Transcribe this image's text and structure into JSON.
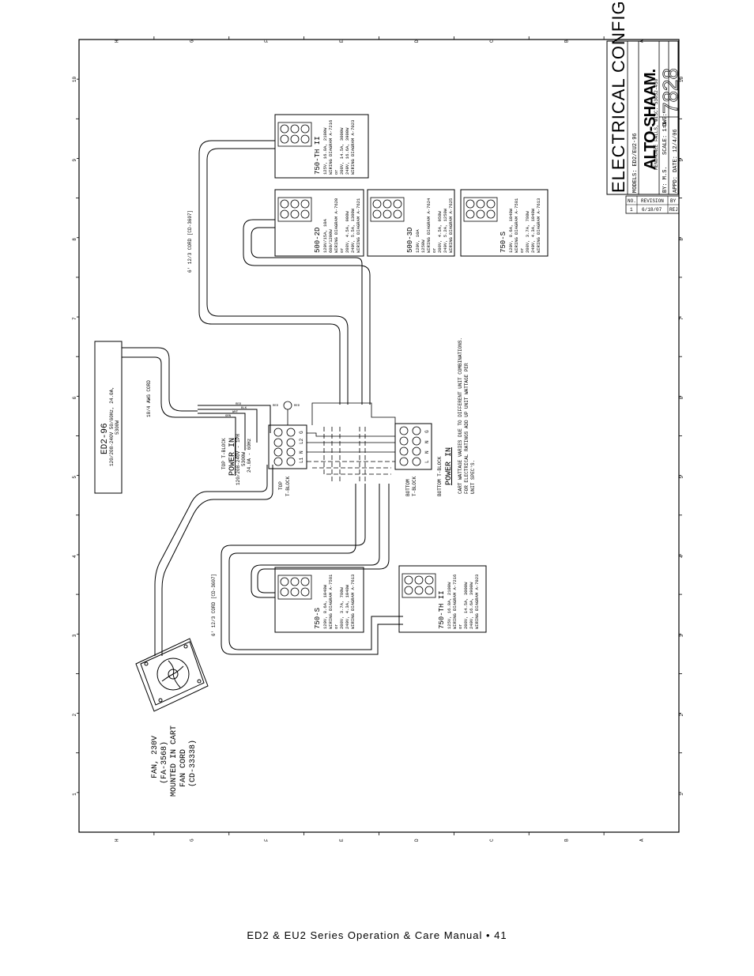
{
  "footer": "ED2 & EU2 Series Operation & Care Manual • 41",
  "border": {
    "top_letters": [
      "H",
      "G",
      "F",
      "E",
      "D",
      "C",
      "B",
      "A"
    ],
    "side_numbers": [
      "10",
      "9",
      "8",
      "7",
      "6",
      "5",
      "4",
      "3",
      "2",
      "1"
    ]
  },
  "title_block": {
    "title": "ELECTRICAL CONFIG.",
    "models": "MODELS: ED2/EU2-96",
    "brand": "ALTO-SHAAM.",
    "address": "MENOMONEE FALLS, WISC. 53052-450",
    "scale": "SCALE: 1=1",
    "dwg_label": "DWG:",
    "dwg_no": "7828",
    "by": "BY: M.S.",
    "date": "DATE: 12/4/06",
    "appd": "APPD:",
    "rev_headers": [
      "NO.",
      "REVISION",
      "BY"
    ],
    "rev_row": [
      "1",
      "6/18/07",
      "REJ"
    ]
  },
  "power_box": {
    "title": "ED2-96",
    "line1": "120/208-240V 50/60Hz, 24.0A,",
    "line2": "5300W"
  },
  "cord_10awg": "10/4 AWG CORD",
  "cord_top": "6' 12/3 CORD [CD-3607]",
  "cord_bottom": "6' 12/3 CORD [CD-3607]",
  "top_tblock": {
    "label_top": "TOP T-BLOCK",
    "power_in": "POWER IN",
    "spec1": "120/208-240V - 1PH",
    "spec2": "5300W",
    "spec3": "24.0A - 60Hz",
    "caption1": "TOP",
    "caption2": "T-BLOCK",
    "terms": [
      "L1",
      "N",
      "L2",
      "G"
    ]
  },
  "bottom_tblock": {
    "caption1": "BOTTOM",
    "caption2": "T-BLOCK",
    "label": "BOTTOM T-BLOCK",
    "power_in": "POWER IN",
    "terms": [
      "L",
      "N",
      "N",
      "G"
    ]
  },
  "wire_colors": [
    "RED",
    "BLK",
    "WHT",
    "GRN"
  ],
  "note": [
    "CART WATTAGE VARIES DUE TO DIFFERENT UNIT COMBINATIONS.",
    "FOR ELECTRICAL RATINGS ADD UP UNIT WATTAGE PER",
    "UNIT SPEC'S."
  ],
  "units": [
    {
      "name": "750-TH II",
      "lines": [
        "125V, 16.8A, 2100W",
        "WIRING DIAGRAM A-7216",
        "or",
        "208V, 14.5A, 3000W",
        "240V, 16.6A, 3900W",
        "WIRING DIAGRAM A-7023"
      ]
    },
    {
      "name": "500-2D",
      "lines": [
        "120V/15A, 10A",
        "600/1200W",
        "WIRING DIAGRAM A-7620",
        "or",
        "208V, 4.5A, 900W",
        "240V, 5.5A, 1300W",
        "WIRING DIAGRAM A-7621"
      ]
    },
    {
      "name": "500-3D",
      "lines": [
        "120V, 10A",
        "1250W",
        "WIRING DIAGRAM A-7624",
        "or",
        "208V, 4.5A, 950W",
        "240V, 5.2A, 1250W",
        "WIRING DIAGRAM A-7625"
      ]
    },
    {
      "name": "750-S",
      "lines": [
        "120V, 8.6A, 1040W",
        "WIRING DIAGRAM A-7581",
        "or",
        "208V, 3.7A, 780W",
        "240V, 4.3A, 1040W",
        "WIRING DIAGRAM A-7613"
      ]
    },
    {
      "name": "750-S",
      "lines": [
        "120V, 8.6A, 1040W",
        "WIRING DIAGRAM A-7581",
        "or",
        "208V, 3.7A, 780W",
        "240V, 4.3A, 1040W",
        "WIRING DIAGRAM A-7613"
      ]
    },
    {
      "name": "750-TH II",
      "lines": [
        "125V, 16.8A, 2100W",
        "WIRING DIAGRAM A-7216",
        "or",
        "208V, 14.5A, 3000W",
        "240V, 16.6A, 3900W",
        "WIRING DIAGRAM A-7023"
      ]
    }
  ],
  "fan": {
    "lines": [
      "FAN, 230V",
      "(FA-3568)",
      "MOUNTED IN CART",
      "FAN CORD",
      "(CD-33338)"
    ]
  }
}
